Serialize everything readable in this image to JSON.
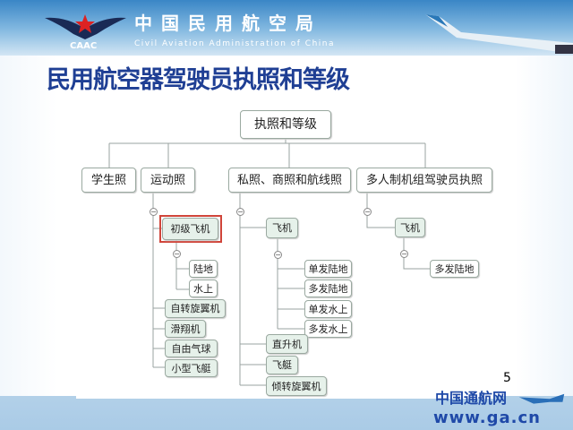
{
  "header": {
    "org_cn": "中国民用航空局",
    "org_en": "Civil Aviation Administration of China",
    "logo_text": "CAAC"
  },
  "slide_title": "民用航空器驾驶员执照和等级",
  "tree": {
    "root": "执照和等级",
    "level1": [
      "学生照",
      "运动照",
      "私照、商照和航线照",
      "多人制机组驾驶员执照"
    ],
    "sport": {
      "primary": "初级飞机",
      "primary_children": [
        "陆地",
        "水上"
      ],
      "others": [
        "自转旋翼机",
        "滑翔机",
        "自由气球",
        "小型飞艇"
      ]
    },
    "private": {
      "airplane": "飞机",
      "airplane_children": [
        "单发陆地",
        "多发陆地",
        "单发水上",
        "多发水上"
      ],
      "others": [
        "直升机",
        "飞艇",
        "倾转旋翼机"
      ]
    },
    "multi": {
      "airplane": "飞机",
      "airplane_children": [
        "多发陆地"
      ]
    },
    "collapse_symbol": "−"
  },
  "page_number": "5",
  "watermark": {
    "name": "中国通航网",
    "url": "www.ga.cn"
  },
  "colors": {
    "title": "#1f3f94",
    "highlight": "#d0453a",
    "node_fill": "#e6f1ea"
  }
}
